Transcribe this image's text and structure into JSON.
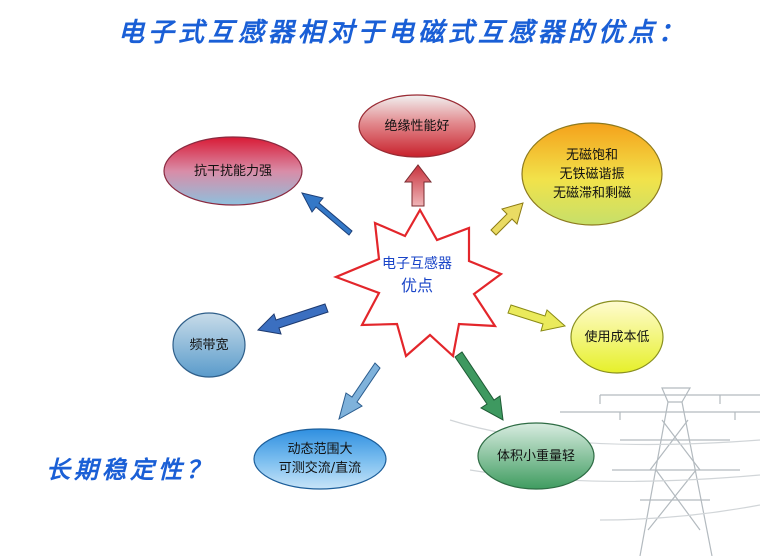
{
  "title": "电子式互感器相对于电磁式互感器的优点：",
  "question": "长期稳定性？",
  "center": {
    "line1": "电子互感器",
    "line2": "优点"
  },
  "nodes": {
    "insulation": "绝缘性能好",
    "no_saturation": [
      "无磁饱和",
      "无铁磁谐振",
      "无磁滞和剩磁"
    ],
    "anti_interference": "抗干扰能力强",
    "low_cost": "使用成本低",
    "wide_band": "频带宽",
    "small_light": "体积小重量轻",
    "dynamic_range": [
      "动态范围大",
      "可测交流/直流"
    ]
  },
  "colors": {
    "title": "#1a5fd6",
    "star_border": "#e3262b",
    "center_text": "#1a45c8"
  },
  "icons": [
    "transmission-tower-icon"
  ]
}
